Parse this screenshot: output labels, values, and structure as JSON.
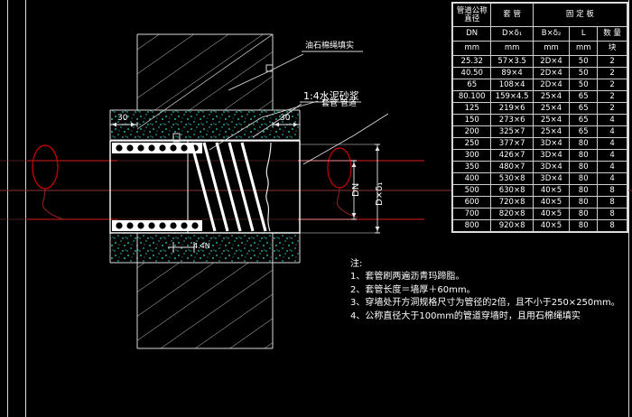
{
  "drawing": {
    "labels": {
      "asbestos": "油石棉绳填实",
      "mortar": "1:4水泥砂浆",
      "sleeve_pipe": "套管  管道",
      "dim_left_30": "30",
      "dim_right_30": "30",
      "dim_dn": "DN",
      "dim_outer": "D×δ₁",
      "dim_small": "4.4N"
    },
    "colors": {
      "background": "#000000",
      "line": "#d8d8d8",
      "pipe": "#cc0000",
      "centerline": "#993333",
      "concrete_speckle": "#2fd8d0",
      "text": "#ffffff"
    }
  },
  "spec_table": {
    "header_top": {
      "dn": "管道公称\n直径",
      "sleeve": "套    管",
      "plate": "固  定  板"
    },
    "header_sym": [
      "DN",
      "D×δ₁",
      "B×δ₂",
      "L",
      "数 量"
    ],
    "header_unit": [
      "mm",
      "mm",
      "mm",
      "mm",
      "块"
    ],
    "rows": [
      [
        "25.32",
        "57×3.5",
        "2D×4",
        "50",
        "2"
      ],
      [
        "40.50",
        "89×4",
        "2D×4",
        "50",
        "2"
      ],
      [
        "65",
        "108×4",
        "2D×4",
        "50",
        "2"
      ],
      [
        "80.100",
        "159×4.5",
        "25×4",
        "65",
        "2"
      ],
      [
        "125",
        "219×6",
        "25×4",
        "65",
        "2"
      ],
      [
        "150",
        "273×6",
        "25×4",
        "65",
        "4"
      ],
      [
        "200",
        "325×7",
        "25×4",
        "65",
        "4"
      ],
      [
        "250",
        "377×7",
        "3D×4",
        "80",
        "4"
      ],
      [
        "300",
        "426×7",
        "3D×4",
        "80",
        "4"
      ],
      [
        "350",
        "480×7",
        "3D×4",
        "80",
        "4"
      ],
      [
        "400",
        "530×8",
        "3D×4",
        "80",
        "4"
      ],
      [
        "500",
        "630×8",
        "40×5",
        "80",
        "8"
      ],
      [
        "600",
        "720×8",
        "40×5",
        "80",
        "8"
      ],
      [
        "700",
        "820×8",
        "40×5",
        "80",
        "8"
      ],
      [
        "800",
        "920×8",
        "40×5",
        "80",
        "8"
      ]
    ]
  },
  "notes": {
    "title": "注:",
    "items": [
      "1、套管刷两遍沥青玛蹄脂。",
      "2、套管长度＝墙厚＋60mm。",
      "3、穿墙处开方洞规格尺寸为管径的2倍，且不小于250×250mm。",
      "4、公称直径大于100mm的管道穿墙时，且用石棉绳填实"
    ]
  }
}
